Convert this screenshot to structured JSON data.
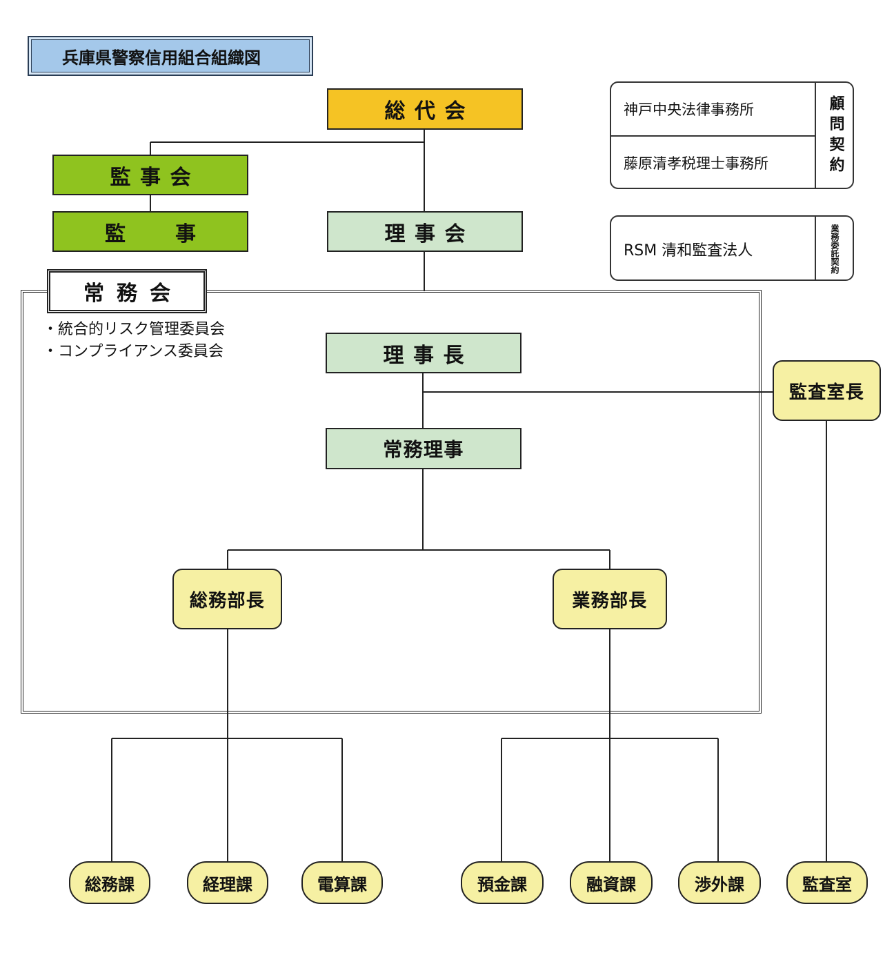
{
  "title": "兵庫県警察信用組合組織図",
  "nodes": {
    "soudaikai": "総代会",
    "kanjikai": "監事会",
    "kanji": "監事",
    "rijikai": "理事会",
    "joumukai": "常務会",
    "rijichou": "理事長",
    "joumuriji": "常務理事",
    "kansashitsuchou": "監査室長",
    "soumubuchou": "総務部長",
    "gyoumubuchou": "業務部長"
  },
  "committees": [
    "統合的リスク管理委員会",
    "コンプライアンス委員会"
  ],
  "advisors": {
    "firms": [
      "神戸中央法律事務所",
      "藤原清孝税理士事務所"
    ],
    "contract_label": "顧問契約"
  },
  "outsourcing": {
    "firm": "RSM 清和監査法人",
    "contract_label": "業務委託契約"
  },
  "sections": [
    "総務課",
    "経理課",
    "電算課",
    "預金課",
    "融資課",
    "渉外課",
    "監査室"
  ],
  "colors": {
    "title_bg": "#a4c8ea",
    "soudaikai": "#f5c324",
    "kanji": "#8fc31f",
    "board": "#cfe6cc",
    "department": "#f6f0a3"
  }
}
